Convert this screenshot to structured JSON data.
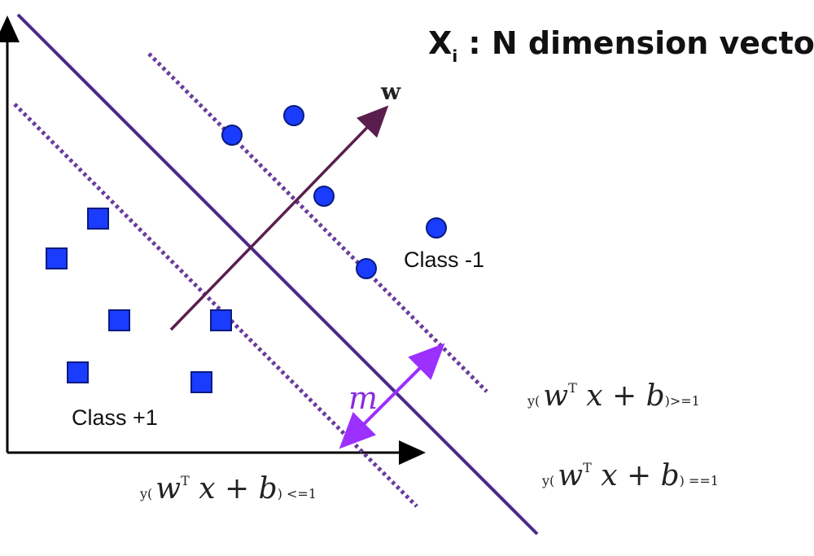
{
  "title": {
    "main": "X",
    "subscript": "i",
    "rest": " : N dimension vector"
  },
  "vector_label": "w",
  "margin_label": "m",
  "classes": {
    "negative": "Class -1",
    "positive": "Class +1"
  },
  "equations": [
    {
      "id": "upper",
      "prefix": "y(",
      "expr": "w",
      "sup": "T",
      "expr_rest": " x + b",
      "suffix": ")>=1"
    },
    {
      "id": "middle",
      "prefix": "y(",
      "expr": "w",
      "sup": "T",
      "expr_rest": " x + b",
      "suffix": ") ==1"
    },
    {
      "id": "lower",
      "prefix": "y(",
      "expr": "w",
      "sup": "T",
      "expr_rest": " x + b",
      "suffix": ") <=1"
    }
  ],
  "colors": {
    "hyperplane": "#4b2a8c",
    "margin_lines": "#6a3c9c",
    "w_vector": "#5a1e4e",
    "margin_arrow": "#9b30ff",
    "points": "#1a3cff",
    "point_outline": "#0a1a80"
  },
  "icons": {
    "negative_class_point": "circle",
    "positive_class_point": "square"
  }
}
